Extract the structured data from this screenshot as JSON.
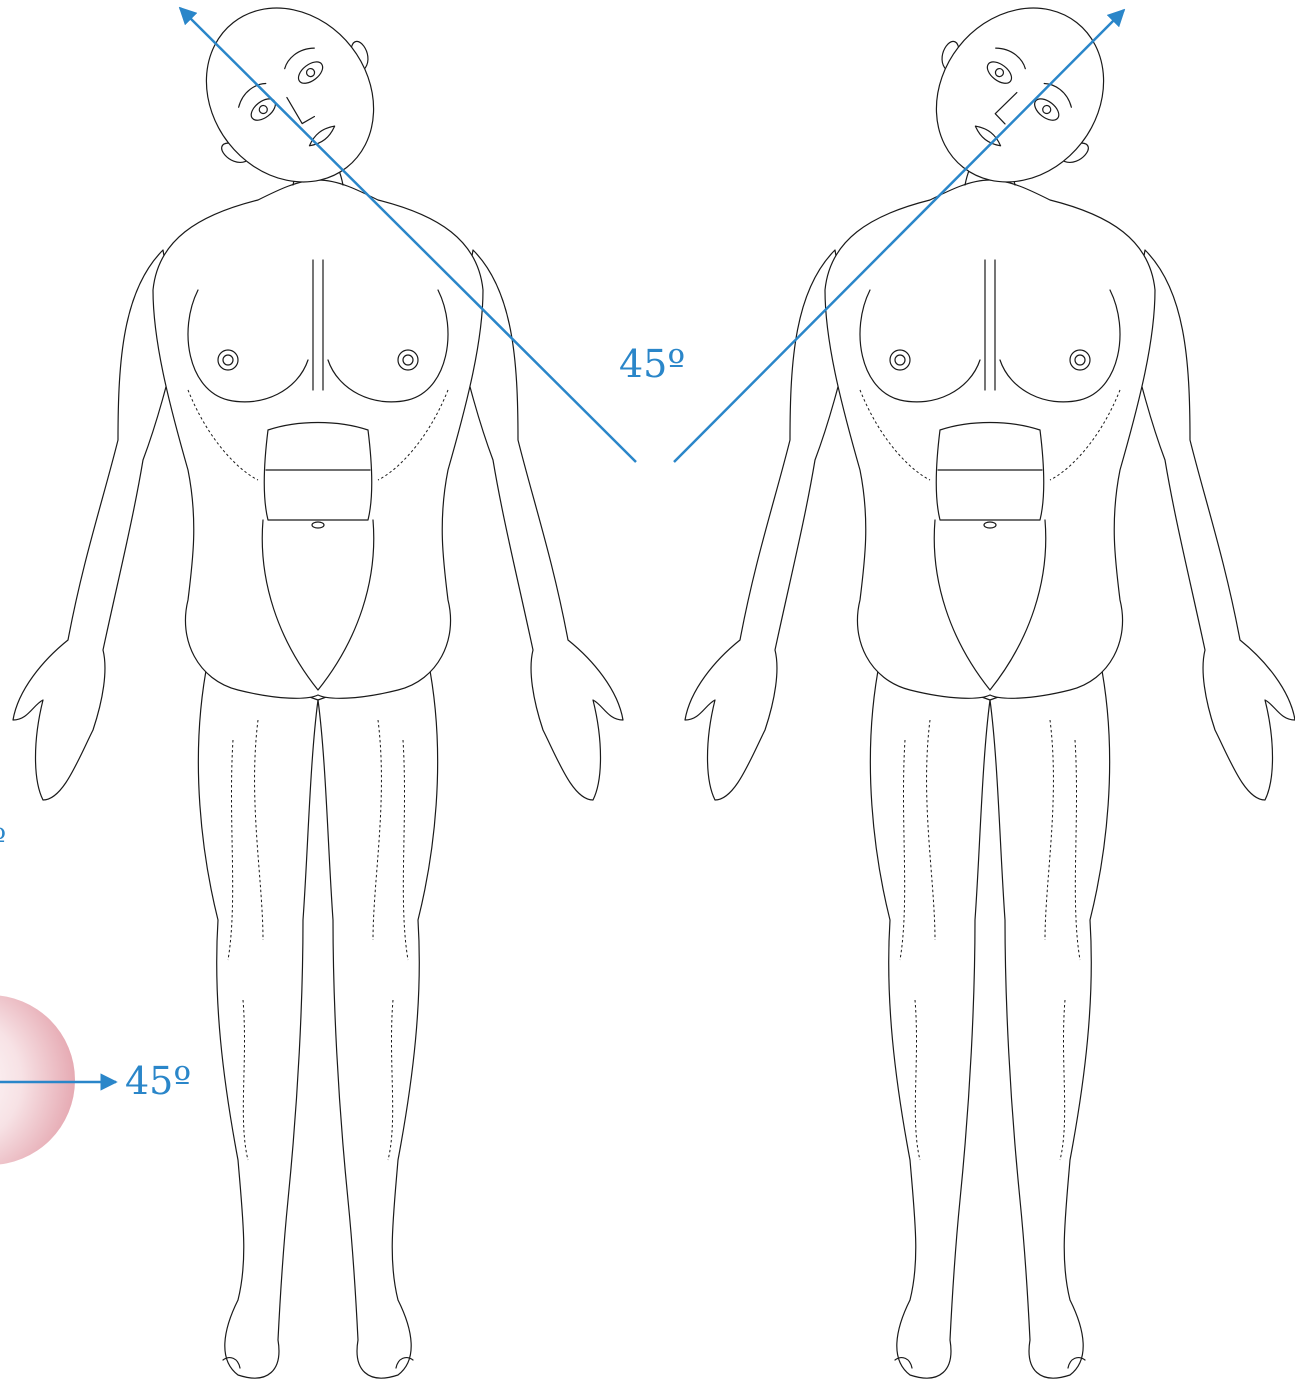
{
  "colors": {
    "accent": "#2a86c9",
    "outline": "#1a1a1a",
    "highlight": "#e8b4bc"
  },
  "labels": {
    "angle_middle": "45º",
    "angle_lower_left": "45º",
    "angle_left_edge": "º"
  },
  "figures": [
    {
      "name": "figure-head-tilt-right",
      "arrow_direction": "up-left",
      "angle_degrees": 45
    },
    {
      "name": "figure-head-tilt-left",
      "arrow_direction": "up-right",
      "angle_degrees": 45
    }
  ]
}
